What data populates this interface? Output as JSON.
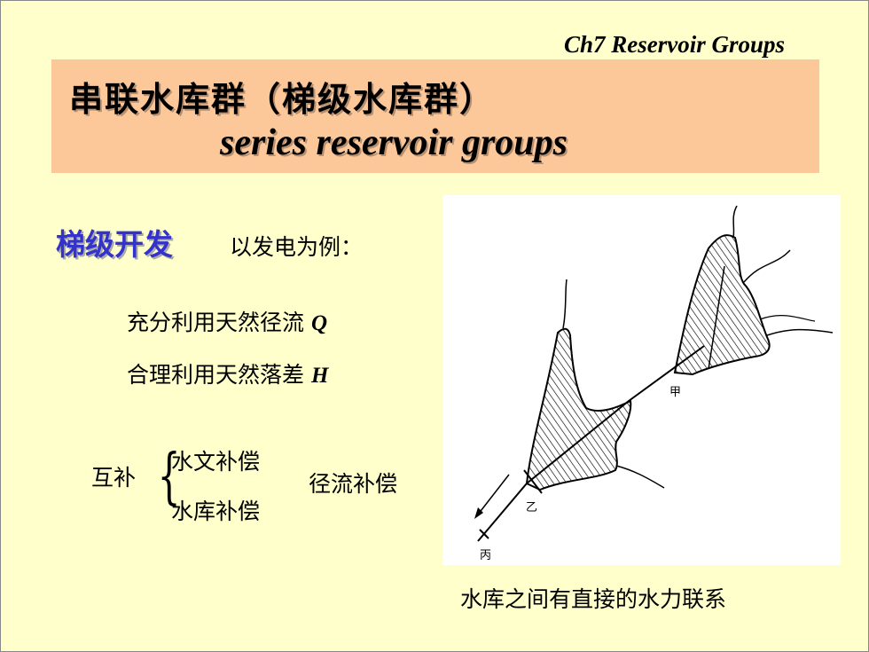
{
  "header": {
    "chapter": "Ch7 Reservoir Groups"
  },
  "title": {
    "chinese": "串联水库群（梯级水库群）",
    "english": "series reservoir groups"
  },
  "section": {
    "heading": "梯级开发",
    "subtitle": "以发电为例："
  },
  "points": [
    {
      "text": "充分利用天然径流 ",
      "var": "Q"
    },
    {
      "text": "合理利用天然落差 ",
      "var": "H"
    }
  ],
  "complement": {
    "label": "互补",
    "items": [
      "水文补偿",
      "水库补偿"
    ],
    "side": "径流补偿"
  },
  "figure": {
    "labels": [
      "甲",
      "乙",
      "丙"
    ],
    "caption": "水库之间有直接的水力联系",
    "colors": {
      "stroke": "#000000",
      "background": "#ffffff"
    }
  }
}
